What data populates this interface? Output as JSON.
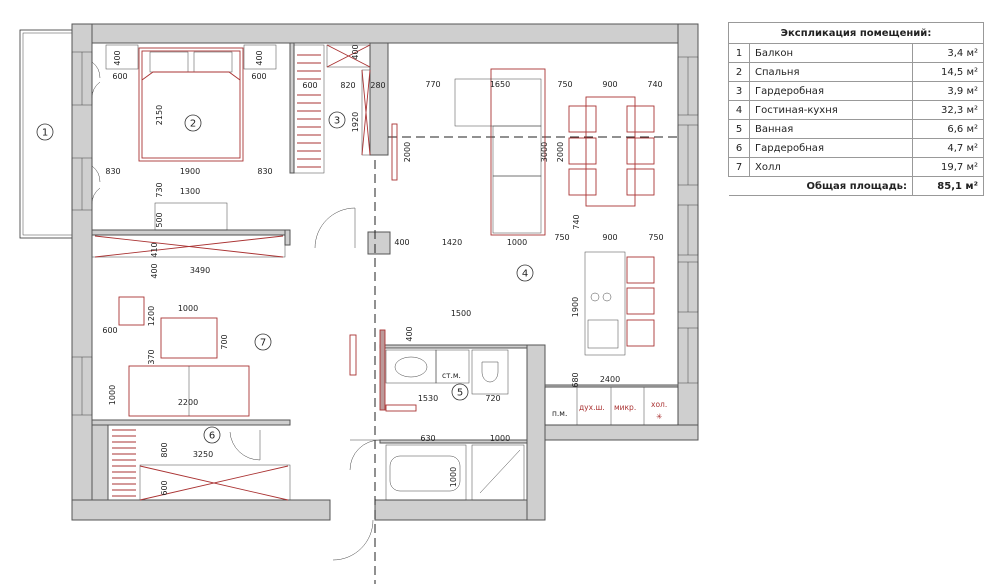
{
  "legend": {
    "title": "Экспликация помещений:",
    "rows": [
      {
        "num": "1",
        "name": "Балкон",
        "area": "3,4 м²"
      },
      {
        "num": "2",
        "name": "Спальня",
        "area": "14,5 м²"
      },
      {
        "num": "3",
        "name": "Гардеробная",
        "area": "3,9 м²"
      },
      {
        "num": "4",
        "name": "Гостиная-кухня",
        "area": "32,3 м²"
      },
      {
        "num": "5",
        "name": "Ванная",
        "area": "6,6 м²"
      },
      {
        "num": "6",
        "name": "Гардеробная",
        "area": "4,7 м²"
      },
      {
        "num": "7",
        "name": "Холл",
        "area": "19,7 м²"
      }
    ],
    "total_label": "Общая площадь:",
    "total_value": "85,1 м²"
  },
  "plan": {
    "room_numbers": [
      "1",
      "2",
      "3",
      "4",
      "5",
      "6",
      "7"
    ],
    "fixture_labels": {
      "washing_machine": "ст.м.",
      "dishwasher": "п.м.",
      "oven": "дух.ш.",
      "microwave": "микр.",
      "fridge": "хол.",
      "fridge_symbol": "✳"
    },
    "dimensions": [
      "400",
      "600",
      "400",
      "600",
      "2150",
      "830",
      "1900",
      "830",
      "730",
      "1300",
      "500",
      "410",
      "400",
      "3490",
      "400",
      "600",
      "820",
      "280",
      "1920",
      "770",
      "1650",
      "750",
      "900",
      "740",
      "2000",
      "3000",
      "2000",
      "740",
      "400",
      "1420",
      "1000",
      "750",
      "900",
      "750",
      "1900",
      "680",
      "2400",
      "1200",
      "1000",
      "600",
      "700",
      "370",
      "1000",
      "2200",
      "800",
      "3250",
      "600",
      "1500",
      "400",
      "1530",
      "720",
      "630",
      "1000",
      "1000"
    ],
    "colors": {
      "wall": "#cfcfcf",
      "furniture": "#aa3333",
      "line": "#333333"
    }
  }
}
